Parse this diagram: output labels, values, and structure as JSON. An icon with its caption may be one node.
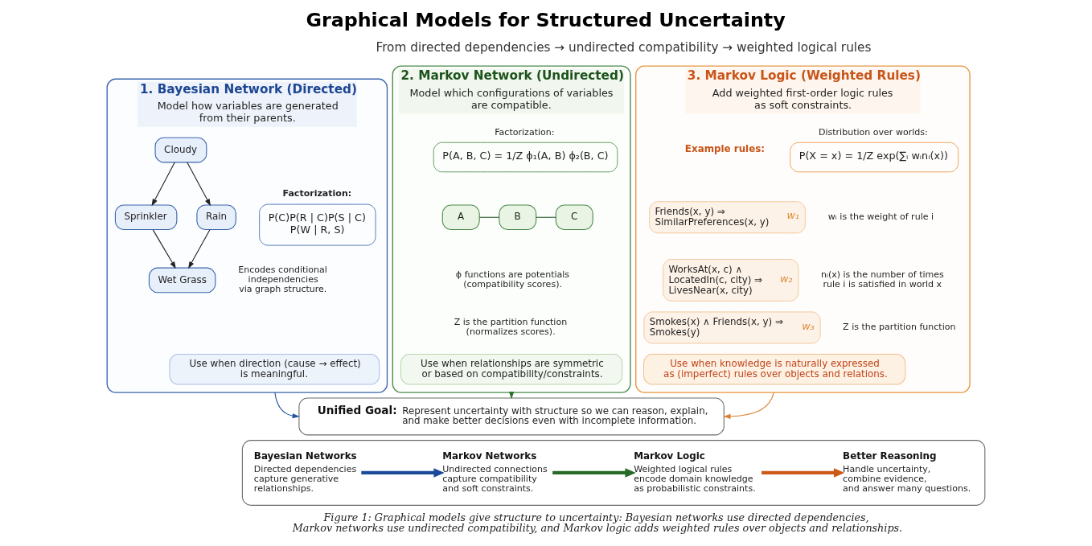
{
  "diagram": {
    "title": "Graphical Models for Structured Uncertainty",
    "caption": "Figure 1: Graphical models give structure to uncertainty: Bayesian networks use directed dependencies, Markov networks use undirected compatibility, and Markov logic adds weighted rules over objects and relationships.",
    "nodes": [
      {
        "text": [
          "1. Bayesian Network (Directed)",
          "Model how variables are generated from their parents."
        ]
      },
      {
        "text": [
          "Cloudy"
        ],
        "in": 0
      },
      {
        "text": [
          "Sprinkler"
        ],
        "in": 0
      },
      {
        "text": [
          "Rain"
        ],
        "in": 0
      },
      {
        "text": [
          "Wet Grass"
        ],
        "in": 0
      },
      {
        "text": [
          "Factorization:",
          "P(C)P(R | C)P(S | C) P(W | R, S)"
        ],
        "in": 0
      },
      {
        "text": [
          "Use when direction (cause → effect) is meaningful."
        ],
        "in": 0
      },
      {
        "text": [
          "2. Markov Network (Undirected)",
          "Model which configurations of variables are compatible."
        ]
      },
      {
        "text": [
          "A"
        ],
        "in": 7
      },
      {
        "text": [
          "B"
        ],
        "in": 7
      },
      {
        "text": [
          "C"
        ],
        "in": 7
      },
      {
        "text": [
          "Factorization:",
          "P(A, B, C) = 1/Z ϕ₁(A, B) ϕ₂(B, C)"
        ],
        "in": 7
      },
      {
        "text": [
          "Use when relationships are symmetric or based on compatibility/constraints."
        ],
        "in": 7
      },
      {
        "text": [
          "3. Markov Logic (Weighted Rules)",
          "Add weighted first-order logic rules as soft constraints."
        ]
      },
      {
        "text": [
          "Friends(x, y) ⇒ SimilarPreferences(x, y)",
          "w₁"
        ],
        "in": 13
      },
      {
        "text": [
          "WorksAt(x, c) ∧ LocatedIn(c, city) ⇒ LivesNear(x, city)",
          "w₂"
        ],
        "in": 13
      },
      {
        "text": [
          "Smokes(x) ∧ Friends(x, y) ⇒ Smokes(y)",
          "w₃"
        ],
        "in": 13
      },
      {
        "text": [
          "Distribution over worlds:",
          "P(X = x) = 1/Z exp(∑ᵢ wᵢnᵢ(x))"
        ],
        "in": 13
      },
      {
        "text": [
          "Use when knowledge is naturally expressed as (imperfect) rules over objects and relations."
        ],
        "in": 13
      },
      {
        "text": [
          "Unified Goal:",
          "Represent uncertainty with structure so we can reason, explain, and make better decisions even with incomplete information."
        ]
      },
      {
        "text": [],
        "shape": "box"
      },
      {
        "text": [
          "Bayesian Networks",
          "Directed dependencies capture generative relationships."
        ],
        "in": 20
      },
      {
        "text": [
          "Markov Networks",
          "Undirected connections capture compatibility and soft constraints."
        ],
        "in": 20
      },
      {
        "text": [
          "Markov Logic",
          "Weighted logical rules encode domain knowledge as probabilistic constraints."
        ],
        "in": 20
      },
      {
        "text": [
          "Better Reasoning",
          "Handle uncertainty, combine evidence, and answer many questions."
        ],
        "in": 20
      }
    ],
    "edges": [
      {
        "from": 1,
        "to": 2,
        "arrow": "to"
      },
      {
        "from": 1,
        "to": 3,
        "arrow": "to"
      },
      {
        "from": 2,
        "to": 4,
        "arrow": "to"
      },
      {
        "from": 3,
        "to": 4,
        "arrow": "to"
      },
      {
        "from": 8,
        "to": 9,
        "arrow": "none",
        "color": "#2f5f2f"
      },
      {
        "from": 9,
        "to": 10,
        "arrow": "none",
        "color": "#2f5f2f"
      },
      {
        "from": 0,
        "to": 19,
        "arrow": "to",
        "color": "#24539f"
      },
      {
        "from": 7,
        "to": 19,
        "arrow": "to",
        "color": "#2c6e2c"
      },
      {
        "from": 13,
        "to": 19,
        "arrow": "to",
        "color": "#dd7f2e"
      },
      {
        "from": 21,
        "to": 22,
        "arrow": "to",
        "style": "thick",
        "color": "#1c4a9a"
      },
      {
        "from": 22,
        "to": 23,
        "arrow": "to",
        "style": "thick",
        "color": "#256b25"
      },
      {
        "from": 23,
        "to": 24,
        "arrow": "to",
        "style": "thick",
        "color": "#cc5a16"
      }
    ],
    "labels": [
      "From directed dependencies → undirected compatibility → weighted logical rules",
      "Encodes conditional independencies via graph structure.",
      "ϕ functions are potentials (compatibility scores).",
      "Z is the partition function (normalizes scores).",
      "Example rules:",
      "wᵢ is the weight of rule i",
      "nᵢ(x) is the number of times rule i is satisfied in world x",
      "Z is the partition function"
    ]
  }
}
